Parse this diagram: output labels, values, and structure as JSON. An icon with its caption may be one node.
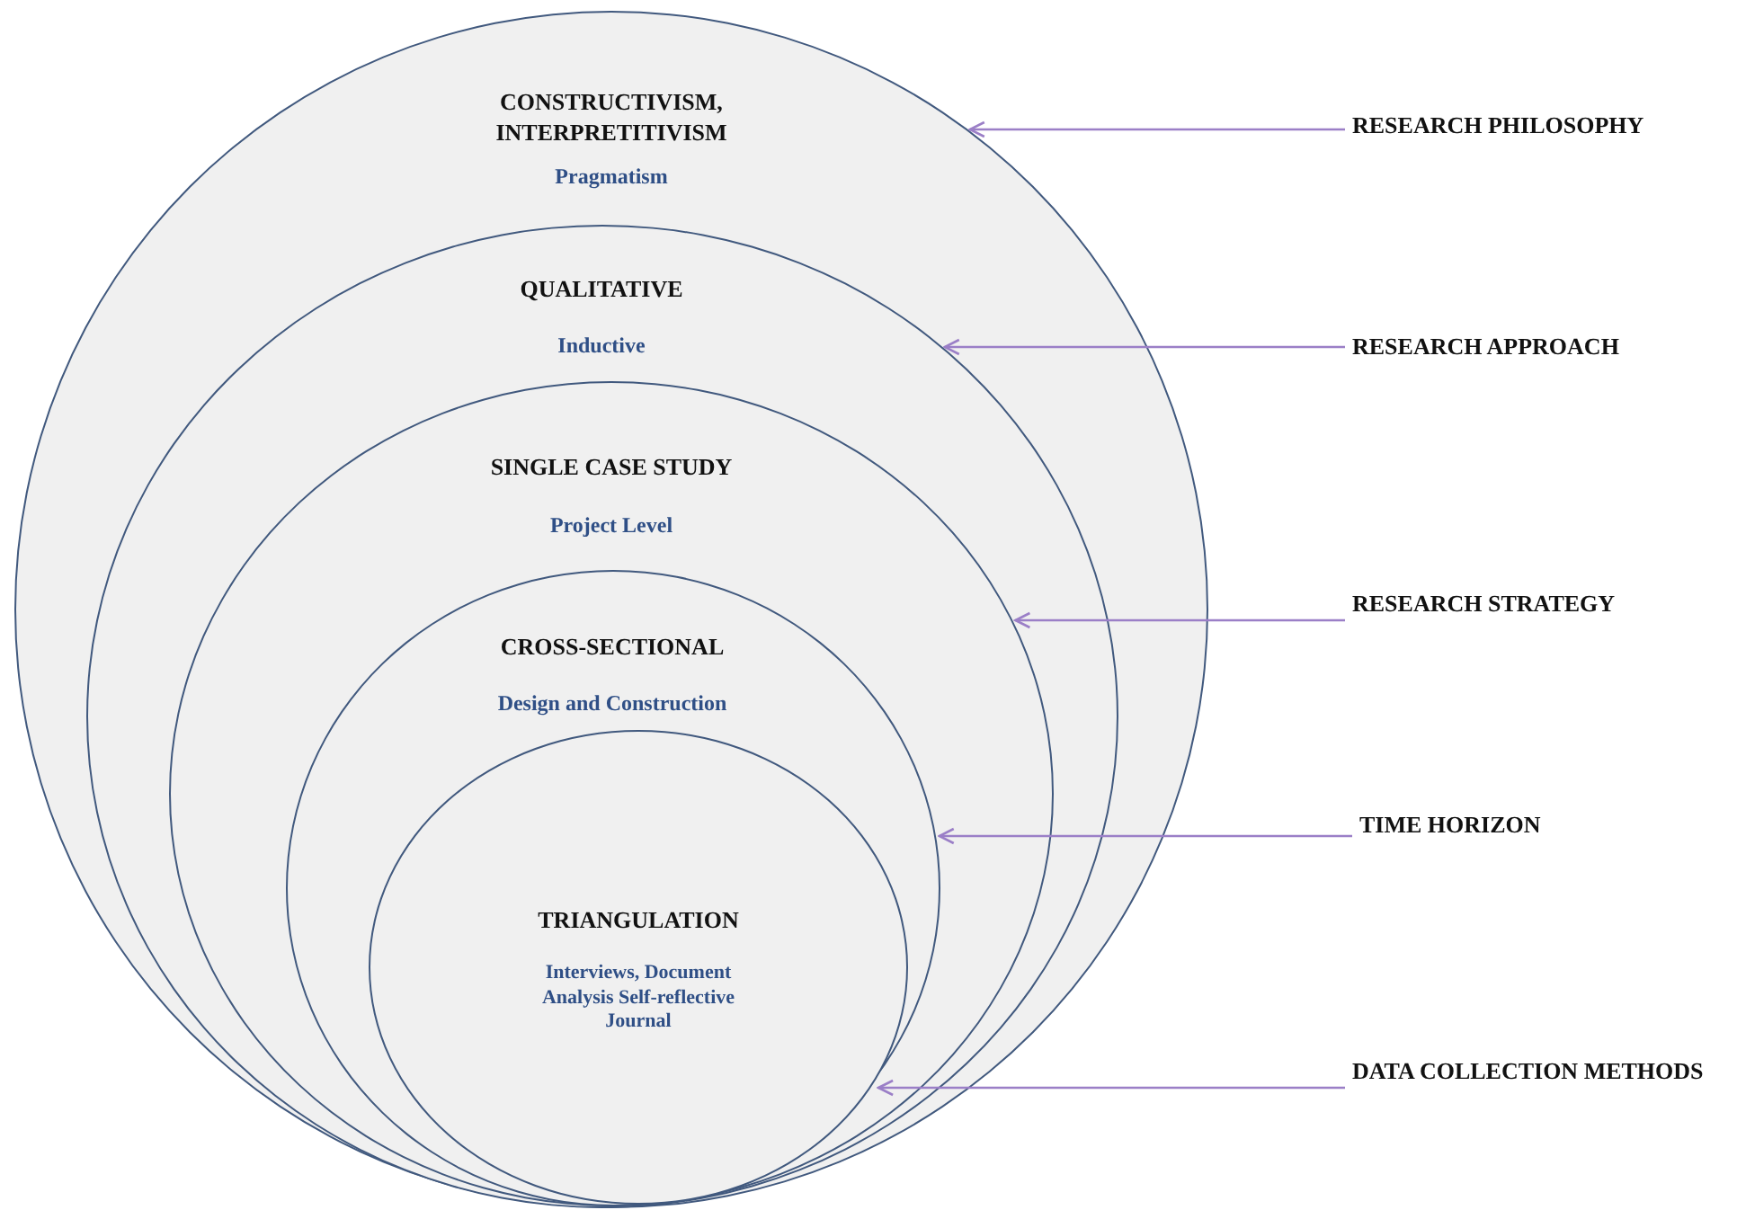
{
  "diagram": {
    "nodes": [
      {
        "text": [
          "CONSTRUCTIVISM, INTERPRETITIVISM",
          "Pragmatism"
        ]
      },
      {
        "text": [
          "QUALITATIVE",
          "Inductive"
        ],
        "in": 0
      },
      {
        "text": [
          "SINGLE CASE STUDY",
          "Project Level"
        ],
        "in": 1
      },
      {
        "text": [
          "CROSS-SECTIONAL",
          "Design and Construction"
        ],
        "in": 2
      },
      {
        "text": [
          "TRIANGULATION",
          "Interviews, Document Analysis Self-reflective Journal"
        ],
        "in": 3
      },
      {
        "text": [
          "RESEARCH PHILOSOPHY"
        ]
      },
      {
        "text": [
          "RESEARCH APPROACH"
        ]
      },
      {
        "text": [
          "RESEARCH STRATEGY"
        ]
      },
      {
        "text": [
          "TIME HORIZON"
        ]
      },
      {
        "text": [
          "DATA COLLECTION METHODS"
        ]
      }
    ],
    "edges": [
      {
        "from": 5,
        "to": 0,
        "arrow": "to"
      },
      {
        "from": 6,
        "to": 1,
        "arrow": "to"
      },
      {
        "from": 7,
        "to": 2,
        "arrow": "to"
      },
      {
        "from": 8,
        "to": 3,
        "arrow": "to"
      },
      {
        "from": 9,
        "to": 4,
        "arrow": "to"
      }
    ]
  }
}
